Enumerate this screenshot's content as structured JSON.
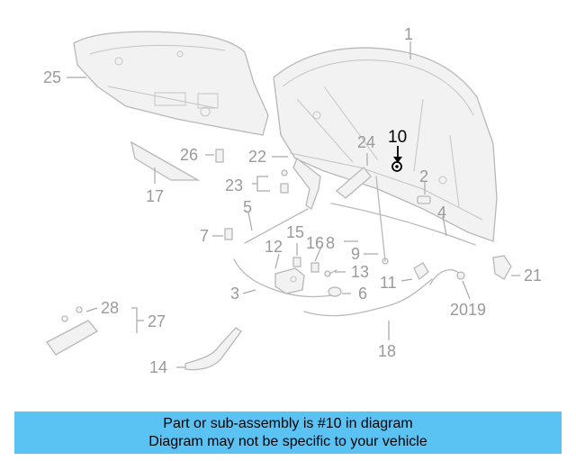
{
  "callouts": {
    "c1": "1",
    "c2": "2",
    "c3": "3",
    "c4": "4",
    "c5": "5",
    "c6": "6",
    "c7": "7",
    "c8": "8",
    "c9": "9",
    "c10": "10",
    "c11": "11",
    "c12": "12",
    "c13": "13",
    "c14": "14",
    "c15": "15",
    "c16": "16",
    "c17": "17",
    "c18": "18",
    "c2019": "2019",
    "c21": "21",
    "c22": "22",
    "c23": "23",
    "c24": "24",
    "c25": "25",
    "c26": "26",
    "c27": "27",
    "c28": "28"
  },
  "highlight_color": "#000000",
  "banner": {
    "line1": "Part or sub-assembly is #10 in diagram",
    "line2": "Diagram may not be specific to your vehicle",
    "color": "#5bc3f4"
  }
}
